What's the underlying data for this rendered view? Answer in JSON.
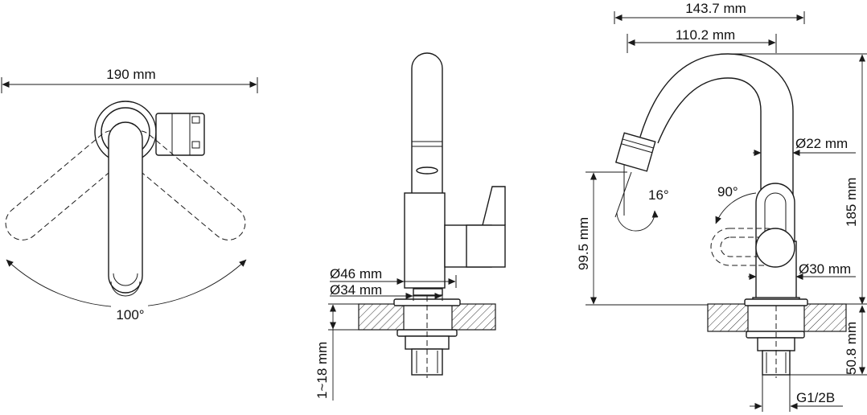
{
  "top_view": {
    "width_label": "190 mm",
    "angle_label": "100°"
  },
  "front_view": {
    "dia_outer_label": "Ø46 mm",
    "dia_inner_label": "Ø34 mm",
    "thickness_label": "1~18 mm"
  },
  "side_view": {
    "overall_reach_label": "143.7 mm",
    "spout_reach_label": "110.2 mm",
    "spout_dia_label": "Ø22 mm",
    "spout_angle_label": "16°",
    "lever_angle_label": "90°",
    "body_dia_label": "Ø30 mm",
    "spout_height_label": "99.5 mm",
    "total_height_label": "185 mm",
    "shank_length_label": "50.8 mm",
    "thread_label": "G1/2B"
  }
}
